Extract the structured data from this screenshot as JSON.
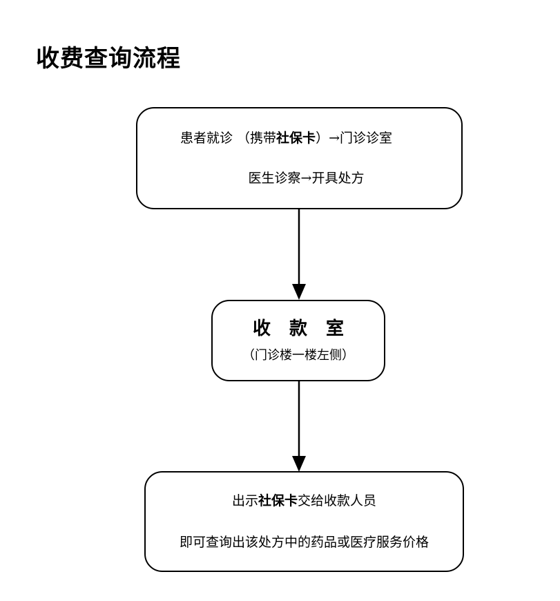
{
  "document": {
    "title": "收费查询流程"
  },
  "flowchart": {
    "type": "flowchart",
    "orientation": "vertical",
    "stroke_color": "#000000",
    "background_color": "#ffffff",
    "nodes": [
      {
        "id": "consult",
        "shape": "rounded-rectangle",
        "lines": [
          {
            "segments": [
              {
                "text": "患者就诊 （携带",
                "bold": false
              },
              {
                "text": "社保卡",
                "bold": true
              },
              {
                "text": "）→门诊诊室",
                "bold": false
              }
            ],
            "plain": "患者就诊 （携带社保卡）→门诊诊室"
          },
          {
            "segments": [
              {
                "text": "医生诊察→开具处方",
                "bold": false
              }
            ],
            "plain": "医生诊察→开具处方"
          }
        ]
      },
      {
        "id": "cashier",
        "shape": "rounded-rectangle",
        "lines": [
          {
            "segments": [
              {
                "text": "收 款 室",
                "bold": true
              }
            ],
            "plain": "收 款 室"
          },
          {
            "segments": [
              {
                "text": "（门诊楼一楼左侧）",
                "bold": false
              }
            ],
            "plain": "（门诊楼一楼左侧）"
          }
        ]
      },
      {
        "id": "query",
        "shape": "rounded-rectangle",
        "lines": [
          {
            "segments": [
              {
                "text": "出示",
                "bold": false
              },
              {
                "text": "社保卡",
                "bold": true
              },
              {
                "text": "交给收款人员",
                "bold": false
              }
            ],
            "plain": "出示社保卡交给收款人员"
          },
          {
            "segments": [
              {
                "text": "即可查询出该处方中的药品或医疗服务价格",
                "bold": false
              }
            ],
            "plain": "即可查询出该处方中的药品或医疗服务价格"
          }
        ]
      }
    ],
    "connectors": [
      {
        "id": "consult-to-cashier",
        "from": "consult",
        "to": "cashier",
        "style": "arrow-down",
        "label": ""
      },
      {
        "id": "cashier-to-query",
        "from": "cashier",
        "to": "query",
        "style": "arrow-down",
        "label": ""
      }
    ]
  },
  "node_text": {
    "consult": {
      "line1_prefix": "患者就诊 （携带",
      "line1_bold": "社保卡",
      "line1_suffix": "）→门诊诊室",
      "line2": "医生诊察→开具处方"
    },
    "cashier": {
      "title": "收 款 室",
      "subtitle": "（门诊楼一楼左侧）"
    },
    "query": {
      "line1_prefix": "出示",
      "line1_bold": "社保卡",
      "line1_suffix": "交给收款人员",
      "line2": "即可查询出该处方中的药品或医疗服务价格"
    }
  }
}
